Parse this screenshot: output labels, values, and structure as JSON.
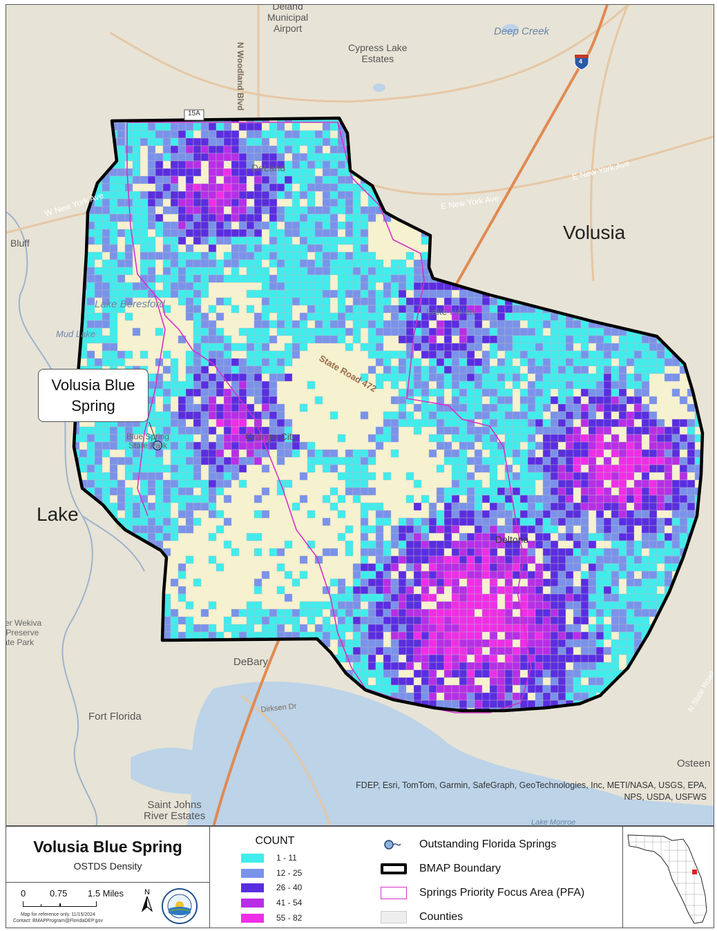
{
  "map": {
    "title": "Volusia Blue Spring",
    "subtitle": "OSTDS Density",
    "callout": {
      "line1": "Volusia Blue",
      "line2": "Spring"
    },
    "counties": {
      "east": "Volusia",
      "west": "Lake"
    },
    "places": {
      "deland_airport": [
        "Deland",
        "Municipal",
        "Airport"
      ],
      "cypress_lake": [
        "Cypress Lake",
        "Estates"
      ],
      "deep_creek": "Deep Creek",
      "bluff": "Bluff",
      "deland": "DeLand",
      "lake_beresford": "Lake Beresford",
      "mud_lake": "Mud Lake",
      "blue_spring_park": [
        "Blue Spring",
        "State Park"
      ],
      "orange_city": "Orange City",
      "lake_helen": "Lake Helen",
      "deltona": "Deltona",
      "debary": "DeBary",
      "fort_florida": "Fort Florida",
      "saint_johns": [
        "Saint Johns",
        "River Estates"
      ],
      "osteen": "Osteen",
      "wekiva": [
        "ver Wekiva",
        "r Preserve",
        "tate Park"
      ],
      "lake_monroe": "Lake Monroe"
    },
    "roads": {
      "n_woodland": "N Woodland Blvd",
      "w_new_york": "W New York Ave",
      "e_new_york_1": "E New York Ave",
      "e_new_york_2": "E New York Ave",
      "state_road_472": "State Road 472",
      "us_15a": "15A",
      "i4": "4",
      "dirksen": "Dirksen Dr",
      "n_state_road": "N State Road"
    },
    "credits": "FDEP, Esri, TomTom, Garmin, SafeGraph, GeoTechnologies, Inc, METI/NASA, USGS, EPA, NPS, USDA, USFWS",
    "spring_location": {
      "name": "Volusia Blue Spring",
      "icon": "spring-marker-icon"
    }
  },
  "legend": {
    "count_heading": "COUNT",
    "count_classes": [
      {
        "label": "1 - 11",
        "color": "#40ecec"
      },
      {
        "label": "12 - 25",
        "color": "#7a92ea"
      },
      {
        "label": "26 - 40",
        "color": "#5a2de0"
      },
      {
        "label": "41 - 54",
        "color": "#b72ee6"
      },
      {
        "label": "55 - 82",
        "color": "#ee2ee6"
      }
    ],
    "symbols": [
      {
        "label": "Outstanding Florida Springs",
        "icon": "spring-marker-icon"
      },
      {
        "label": "BMAP Boundary",
        "icon": "bmap-boundary-swatch",
        "color": "#000000"
      },
      {
        "label": "Springs Priority Focus Area (PFA)",
        "icon": "pfa-boundary-swatch",
        "color": "#d630c8"
      },
      {
        "label": "Counties",
        "icon": "counties-swatch",
        "color": "#cccccc"
      }
    ],
    "scale": {
      "ticks": [
        "0",
        "0.75",
        "1.5 Miles"
      ],
      "north": "N"
    },
    "note": [
      "Map for reference only. 11/15/2024",
      "Contact: BMAPProgram@FloridaDEP.gov"
    ],
    "logo_text": "FLORIDA DEPARTMENT OF ENVIRONMENTAL PROTECTION"
  },
  "colors": {
    "bmap_boundary": "#000000",
    "pfa": "#d630c8",
    "interior": "#f6f1cf",
    "water": "#bcd3e8",
    "park": "#d9dcb2",
    "basemap": "#e7e3d6",
    "road": "#e6c7a4",
    "interstate": "#e08a52"
  }
}
